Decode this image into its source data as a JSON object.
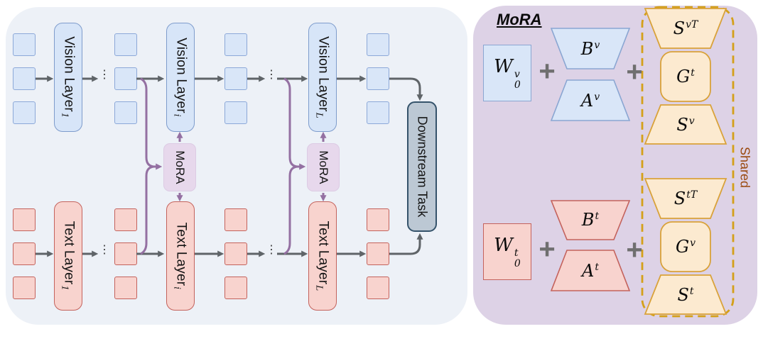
{
  "colors": {
    "left_panel_bg": "#edf1f7",
    "right_panel_bg": "#ddd2e6",
    "vision_fill": "#d9e6f8",
    "vision_border": "#8aa6d2",
    "text_fill": "#f8d3ce",
    "text_border": "#c4625c",
    "mora_module_fill": "#e7d8ec",
    "downstream_fill": "#bcc8d4",
    "downstream_border": "#35536b",
    "shared_fill": "#fcead0",
    "shared_border": "#d9a23a",
    "dashed_border": "#d4a019",
    "shared_text": "#9a4a10",
    "arrow_gray": "#5f6468",
    "arrow_purple": "#9470a2"
  },
  "left_panel": {
    "ellipsis": "⋮",
    "vision_layers": [
      {
        "label": "Vision Layer",
        "sub": "1"
      },
      {
        "label": "Vision Layer",
        "sub": "i"
      },
      {
        "label": "Vision Layer",
        "sub": "L"
      }
    ],
    "text_layers": [
      {
        "label": "Text Layer",
        "sub": "1"
      },
      {
        "label": "Text Layer",
        "sub": "i"
      },
      {
        "label": "Text Layer",
        "sub": "L"
      }
    ],
    "mora_modules": [
      {
        "label": "MoRA"
      },
      {
        "label": "MoRA"
      }
    ],
    "downstream": {
      "label": "Downstream Task"
    }
  },
  "right_panel": {
    "title": "MoRA",
    "plus": "+",
    "shared": {
      "label": "Shared"
    },
    "vision_row": {
      "w0": {
        "base": "W",
        "sup": "v",
        "sub": "0"
      },
      "b": {
        "base": "B",
        "sup": "v"
      },
      "a": {
        "base": "A",
        "sup": "v"
      },
      "s_transpose": {
        "base": "S",
        "sup": "vT"
      },
      "gate": {
        "base": "G",
        "sup": "t"
      },
      "s": {
        "base": "S",
        "sup": "v"
      }
    },
    "text_row": {
      "w0": {
        "base": "W",
        "sup": "t",
        "sub": "0"
      },
      "b": {
        "base": "B",
        "sup": "t"
      },
      "a": {
        "base": "A",
        "sup": "t"
      },
      "s_transpose": {
        "base": "S",
        "sup": "tT"
      },
      "gate": {
        "base": "G",
        "sup": "v"
      },
      "s": {
        "base": "S",
        "sup": "t"
      }
    }
  }
}
